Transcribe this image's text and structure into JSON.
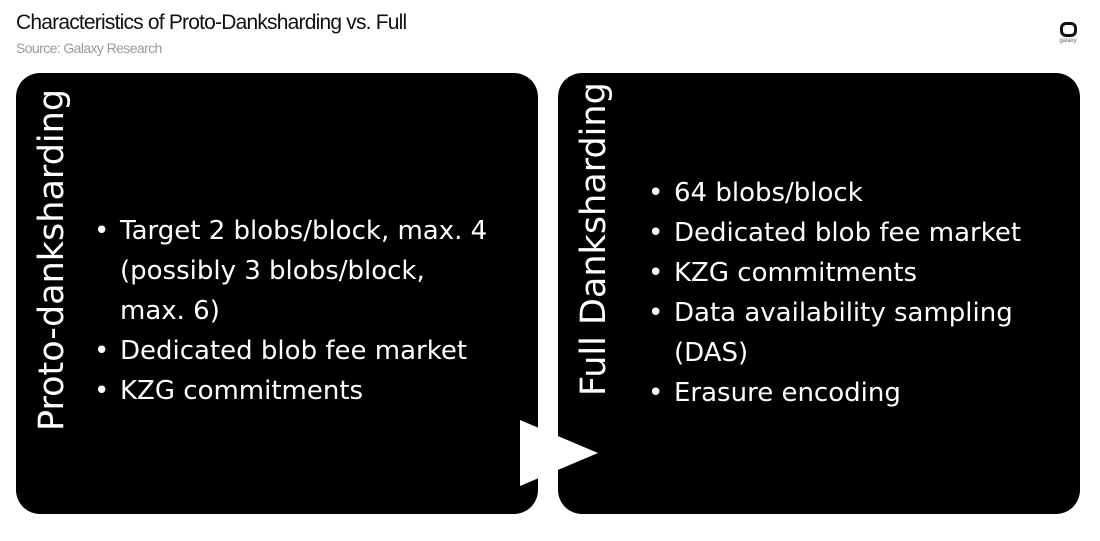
{
  "header": {
    "title": "Characteristics of Proto-Danksharding vs. Full",
    "source": "Source: Galaxy Research",
    "logo_text": "galaxy"
  },
  "left": {
    "heading": "Proto-danksharding",
    "bullets": [
      "Target 2 blobs/block, max. 4 (possibly 3 blobs/block, max. 6)",
      "Dedicated blob fee market",
      "KZG commitments"
    ]
  },
  "right": {
    "heading": "Full Danksharding",
    "bullets": [
      "64 blobs/block",
      "Dedicated blob fee market",
      "KZG commitments",
      "Data availability sampling (DAS)",
      "Erasure encoding"
    ]
  },
  "colors": {
    "panel": "#000000",
    "text": "#ffffff",
    "arrow": "#ffffff"
  }
}
